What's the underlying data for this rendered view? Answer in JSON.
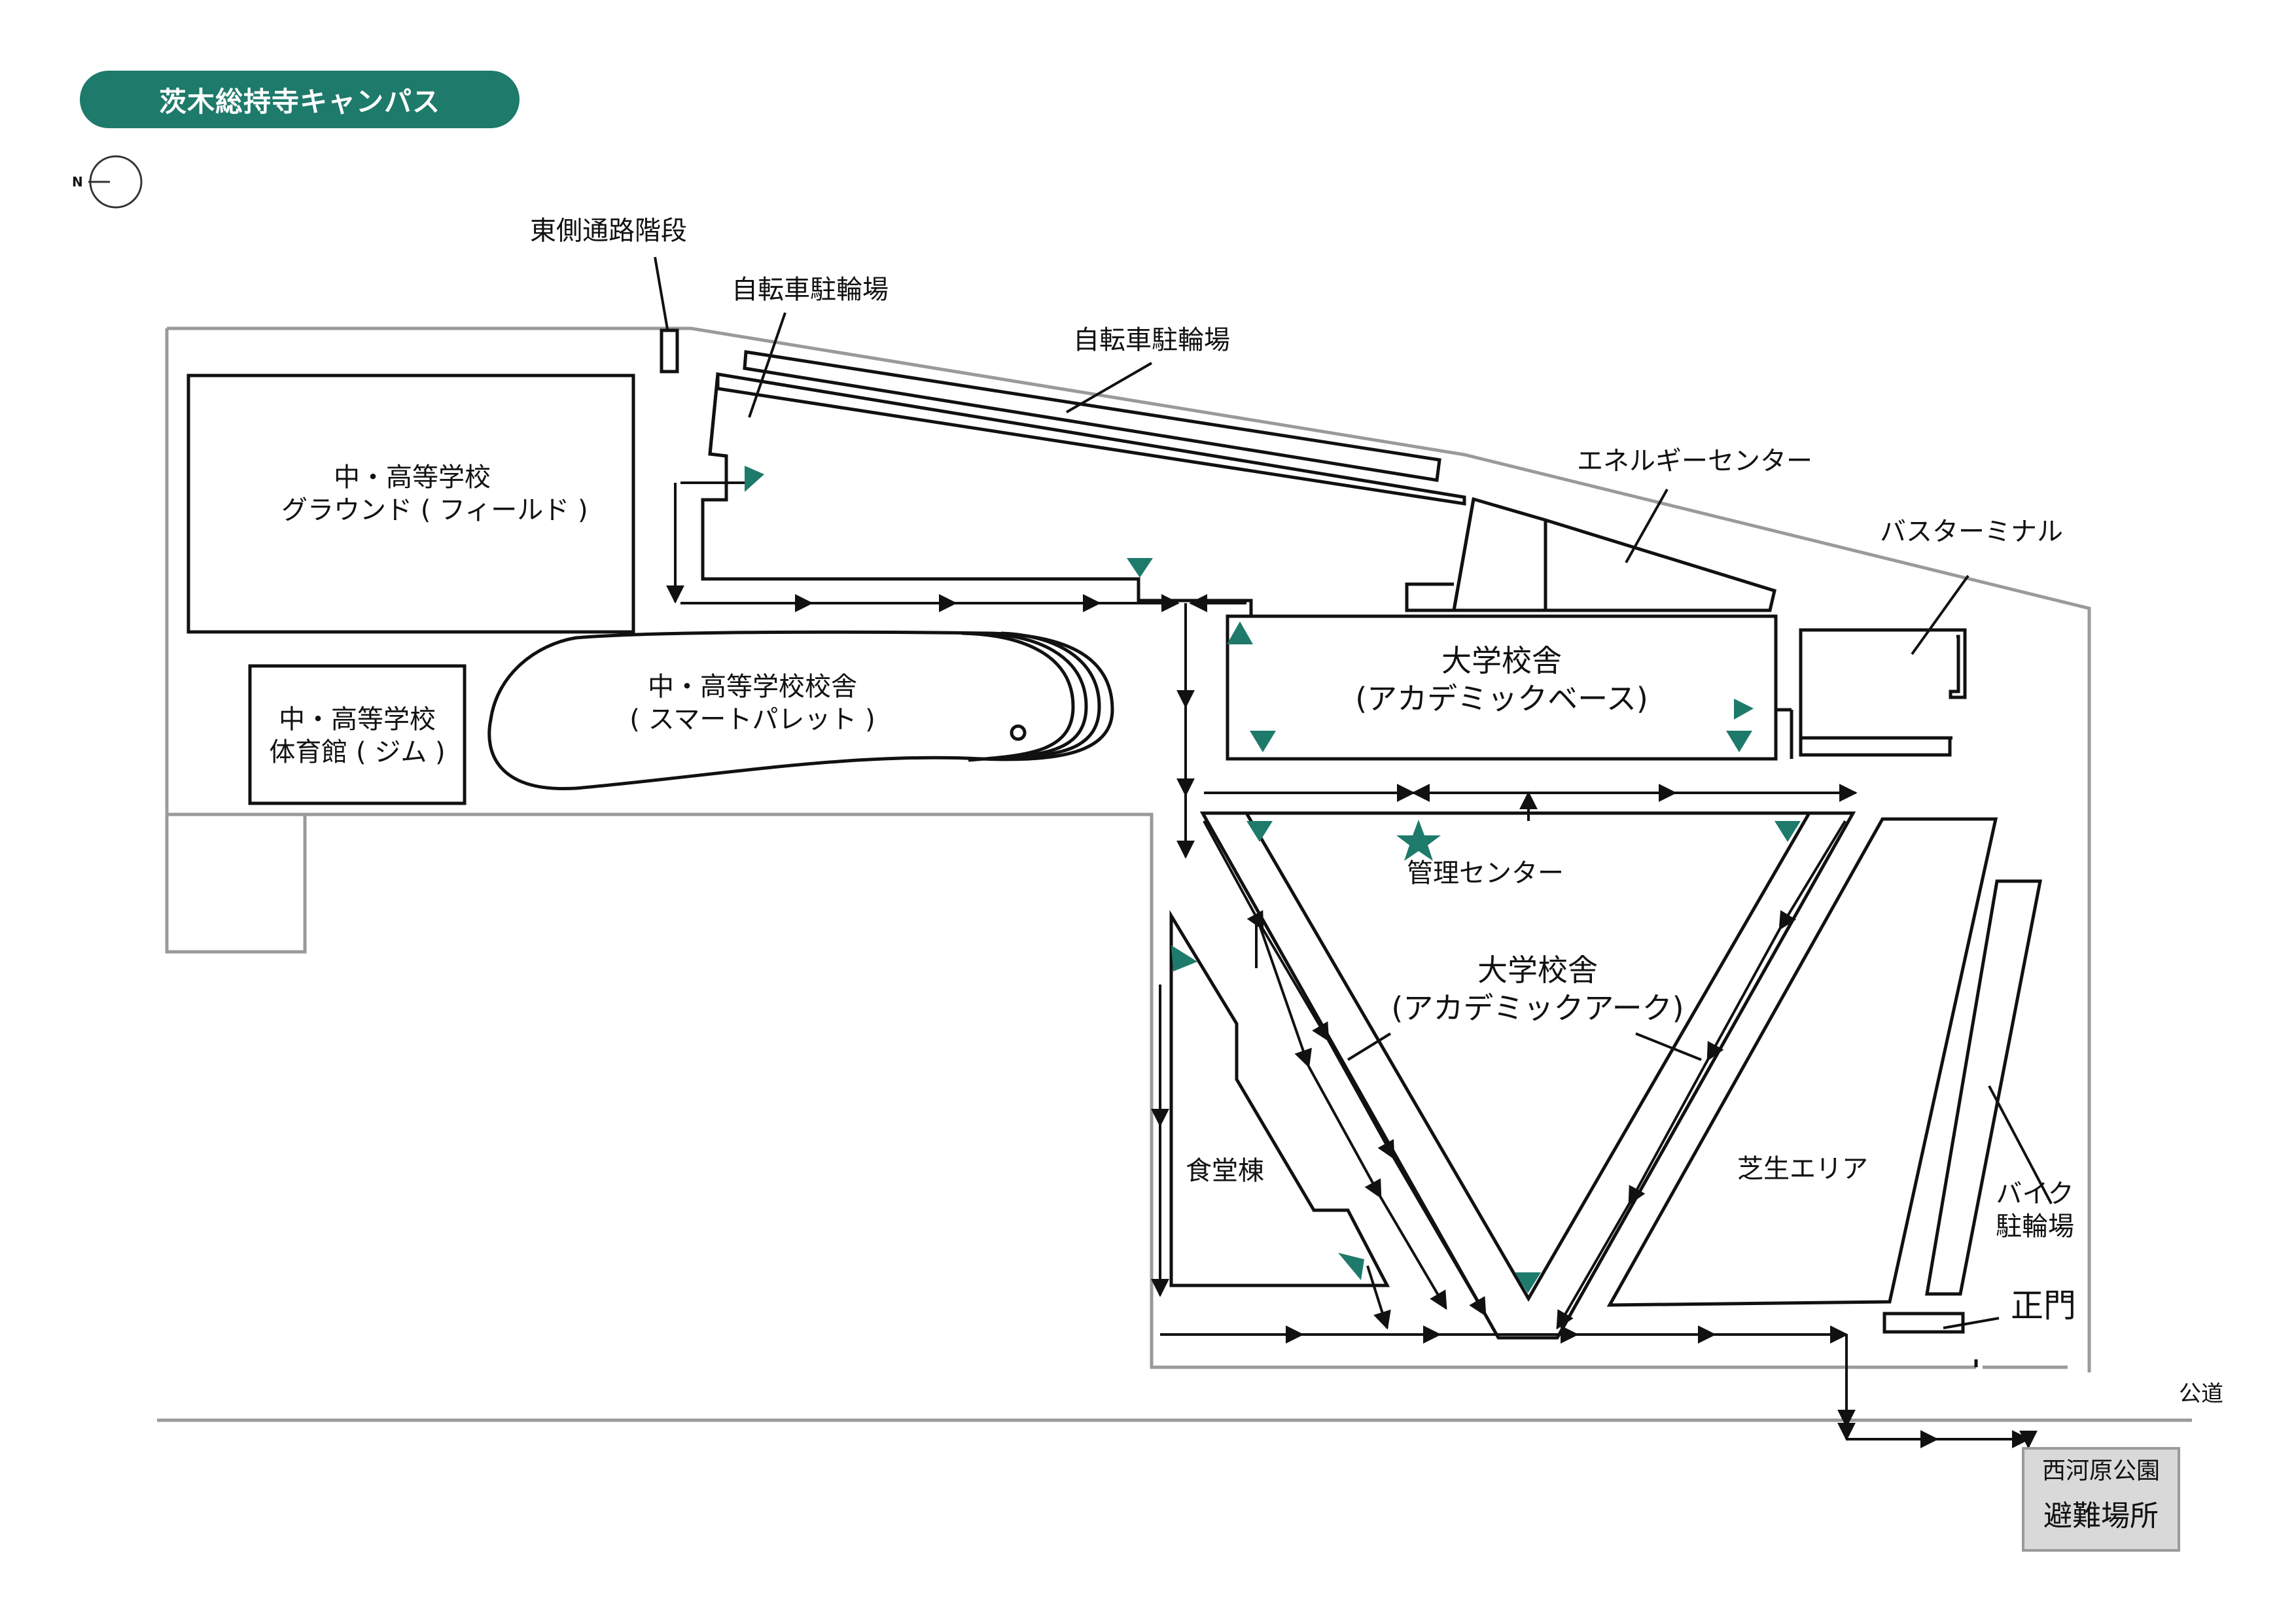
{
  "title": "茨木総持寺キャンパス",
  "compass": {
    "label": "N"
  },
  "labels": {
    "east_stairs": "東側通路階段",
    "bike_parking_1": "自転車駐輪場",
    "bike_parking_2": "自転車駐輪場",
    "energy_center": "エネルギーセンター",
    "bus_terminal": "バスターミナル",
    "ground_line1": "中・高等学校",
    "ground_line2": "グラウンド ( フィールド )",
    "school_bldg_line1": "中・高等学校校舎",
    "school_bldg_line2": "( スマートパレット )",
    "gym_line1": "中・高等学校",
    "gym_line2": "体育館 ( ジム )",
    "academic_base_line1": "大学校舎",
    "academic_base_line2": "(アカデミックベース)",
    "management_center": "管理センター",
    "academic_arc_line1": "大学校舎",
    "academic_arc_line2": "(アカデミックアーク)",
    "cafeteria": "食堂棟",
    "lawn_area": "芝生エリア",
    "motorbike_line1": "バイク",
    "motorbike_line2": "駐輪場",
    "main_gate": "正門",
    "public_road": "公道",
    "refuge_line1": "西河原公園",
    "refuge_line2": "避難場所"
  },
  "colors": {
    "brand": "#1e7a6a",
    "marker": "#1e7a6a",
    "outline": "#111111",
    "boundary": "#9a9a9a",
    "refuge_fill": "#d9d9d9"
  },
  "icons": {
    "exit_marker": "triangle",
    "management_center_marker": "star",
    "compass": "north-circle"
  }
}
